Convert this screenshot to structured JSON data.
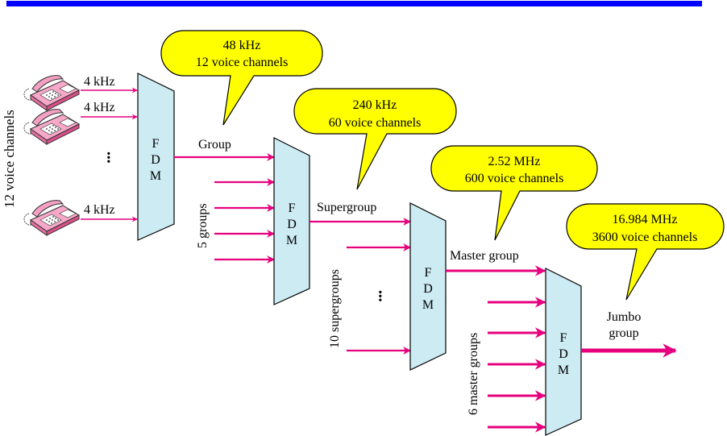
{
  "header": {
    "bar_color": "#0000ff"
  },
  "colors": {
    "arrow": "#e6007e",
    "fdm_fill": "#cdebf2",
    "fdm_stroke": "#000000",
    "callout_fill": "#ffff00",
    "callout_stroke": "#000000",
    "phone_fill": "#f7a8c8"
  },
  "side_label": "12 voice channels",
  "phones": [
    {
      "label": "4 kHz"
    },
    {
      "label": "4 kHz"
    },
    {
      "label": "4 kHz"
    }
  ],
  "fdm_letters": [
    "F",
    "D",
    "M"
  ],
  "stages": [
    {
      "output_label": "Group",
      "callout": {
        "freq": "48 kHz",
        "channels": "12 voice channels"
      }
    },
    {
      "input_label": "5 groups",
      "output_label": "Supergroup",
      "callout": {
        "freq": "240 kHz",
        "channels": "60 voice channels"
      }
    },
    {
      "input_label": "10 supergroups",
      "output_label": "Master group",
      "callout": {
        "freq": "2.52 MHz",
        "channels": "600 voice channels"
      }
    },
    {
      "input_label": "6 master groups",
      "output_label_line1": "Jumbo",
      "output_label_line2": "group",
      "callout": {
        "freq": "16.984 MHz",
        "channels": "3600 voice channels"
      }
    }
  ],
  "ellipsis": "•••"
}
